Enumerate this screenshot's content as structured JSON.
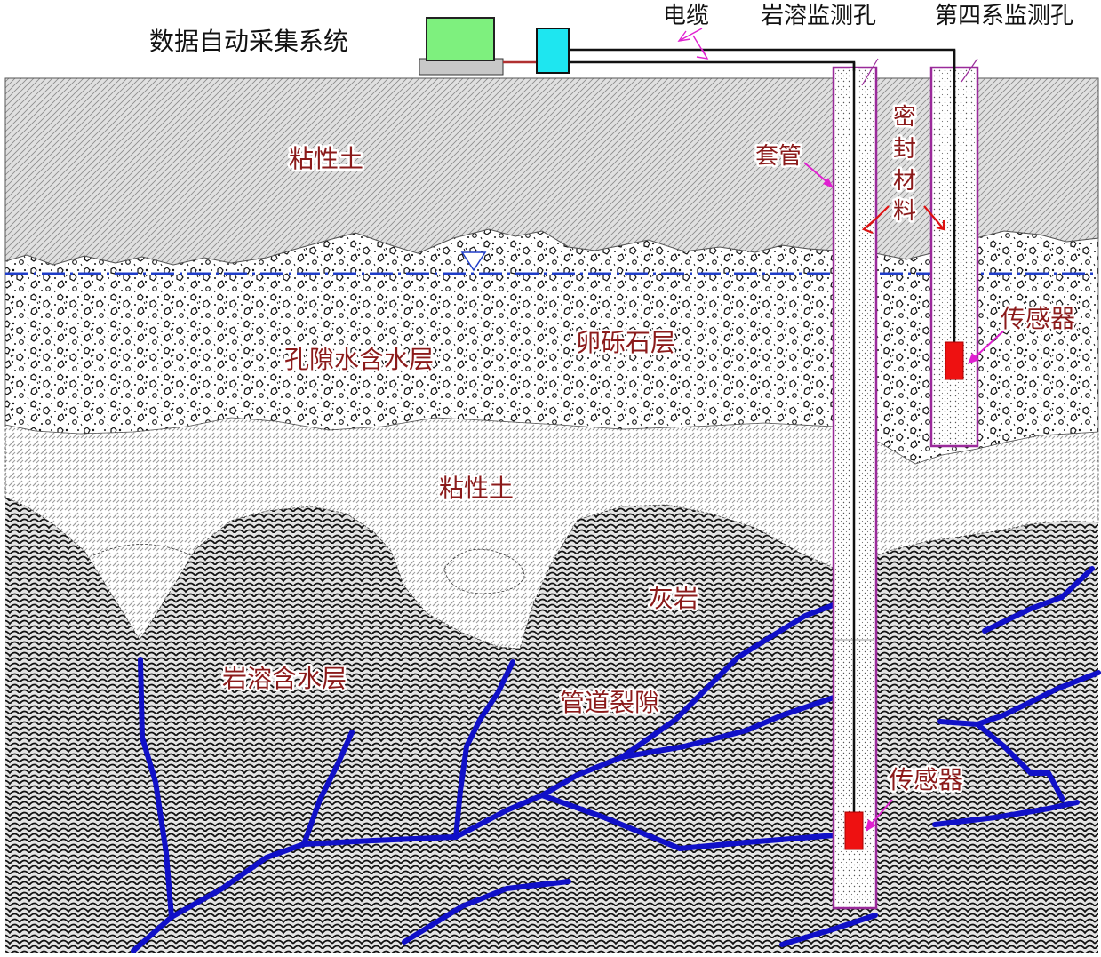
{
  "title": "数据自动采集系统",
  "labels": {
    "cable": "电缆",
    "karst_hole": "岩溶监测孔",
    "quaternary_hole": "第四系监测孔",
    "casing": "套管",
    "seal_material": [
      "密",
      "封",
      "材",
      "料"
    ],
    "clay_top": "粘性土",
    "pore_aquifer": "孔隙水含水层",
    "gravel_layer": "卵砾石层",
    "clay_middle": "粘性土",
    "limestone": "灰岩",
    "karst_aquifer": "岩溶含水层",
    "conduit_fracture": "管道裂隙",
    "sensor_right": "传感器",
    "sensor_bottom": "传感器"
  },
  "colors": {
    "fracture": "#1010c8",
    "water_table": "#1e3cc8",
    "sensor": "#ee1111",
    "casing": "#9a2a9a",
    "arrow_pink": "#e020d0",
    "arrow_red": "#dd1111",
    "label_red": "#8B1A1A",
    "laptop_screen": "#7ef07e",
    "logger": "#1ee6f0"
  }
}
